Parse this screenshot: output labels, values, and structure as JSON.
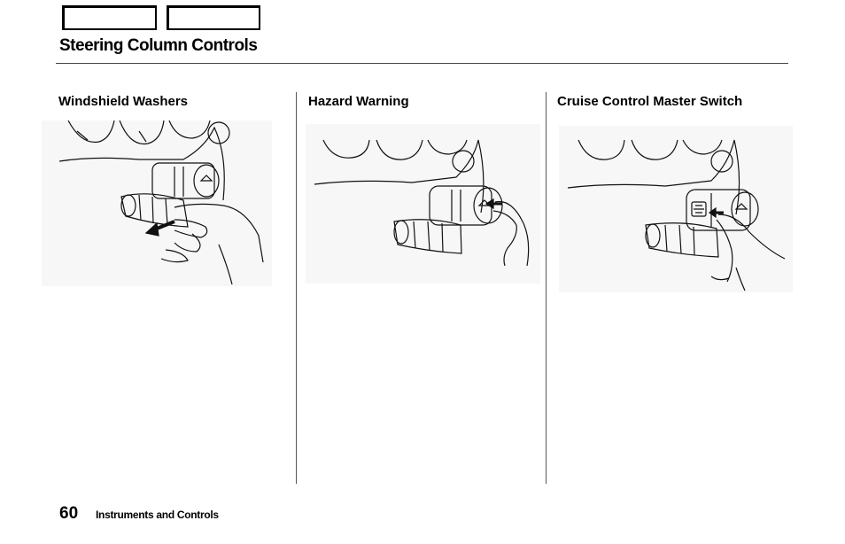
{
  "nav": {
    "buttons": [
      "",
      ""
    ]
  },
  "page": {
    "title": "Steering Column Controls",
    "number": "60",
    "section": "Instruments and Controls"
  },
  "columns": [
    {
      "heading": "Windshield Washers"
    },
    {
      "heading": "Hazard Warning"
    },
    {
      "heading": "Cruise Control Master Switch"
    }
  ]
}
